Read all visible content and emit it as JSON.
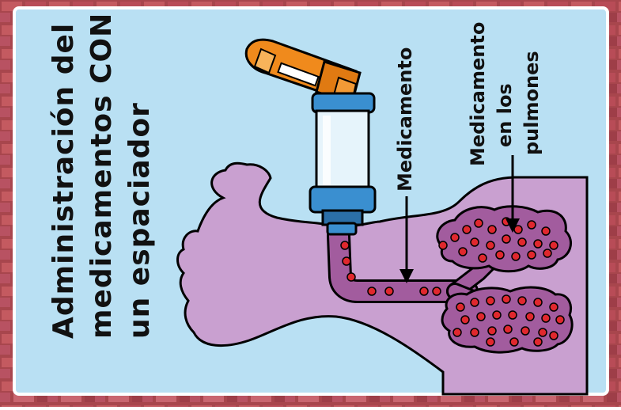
{
  "title": {
    "line1": "Administración del",
    "line2": "medicamentos CON",
    "line3": "un espaciador"
  },
  "labels": {
    "med_line1": "Medicamento",
    "lungs_line1": "Medicamento",
    "lungs_line2": "en los",
    "lungs_line3": "pulmones"
  },
  "colors": {
    "panel": "#b9e0f3",
    "skin": "#c9a0d0",
    "lung": "#a25c9e",
    "particle": "#e0282e",
    "inhaler_orange": "#f08a1c",
    "spacer_blue": "#3a8fd0",
    "brick": "#a8464d"
  }
}
